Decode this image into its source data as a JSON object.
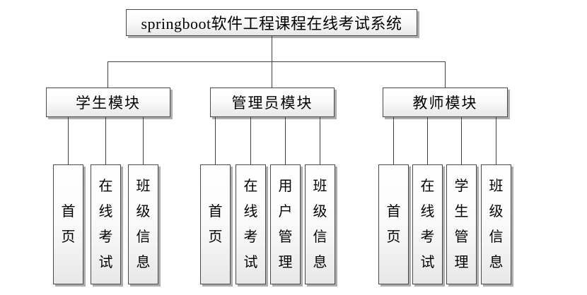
{
  "diagram": {
    "title": "springboot软件工程课程在线考试系统",
    "modules": [
      {
        "label": "学生模块",
        "children": [
          "首页",
          "在线考试",
          "班级信息"
        ]
      },
      {
        "label": "管理员模块",
        "children": [
          "首页",
          "在线考试",
          "用户管理",
          "班级信息"
        ]
      },
      {
        "label": "教师模块",
        "children": [
          "首页",
          "在线考试",
          "学生管理",
          "班级信息"
        ]
      }
    ],
    "colors": {
      "background": "#ffffff",
      "box_border": "#4a4a4a",
      "box_fill_top": "#ffffff",
      "box_fill_bottom": "#e8e8e8",
      "box_shadow": "#adadad",
      "connector_line": "#404040",
      "text": "#000000"
    }
  }
}
